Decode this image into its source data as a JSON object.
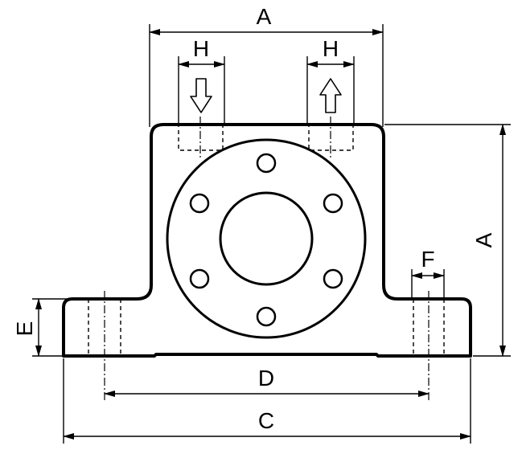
{
  "diagram": {
    "labels": {
      "top_width": "A",
      "port_left_width": "H",
      "port_right_width": "H",
      "height_right": "A",
      "foot_height": "E",
      "bolt_hole_width": "F",
      "bolt_spacing": "D",
      "overall_length": "C"
    },
    "flow": {
      "inlet_arrow": "down-arrow",
      "outlet_arrow": "up-arrow"
    },
    "bolt_circle_holes": 6
  }
}
